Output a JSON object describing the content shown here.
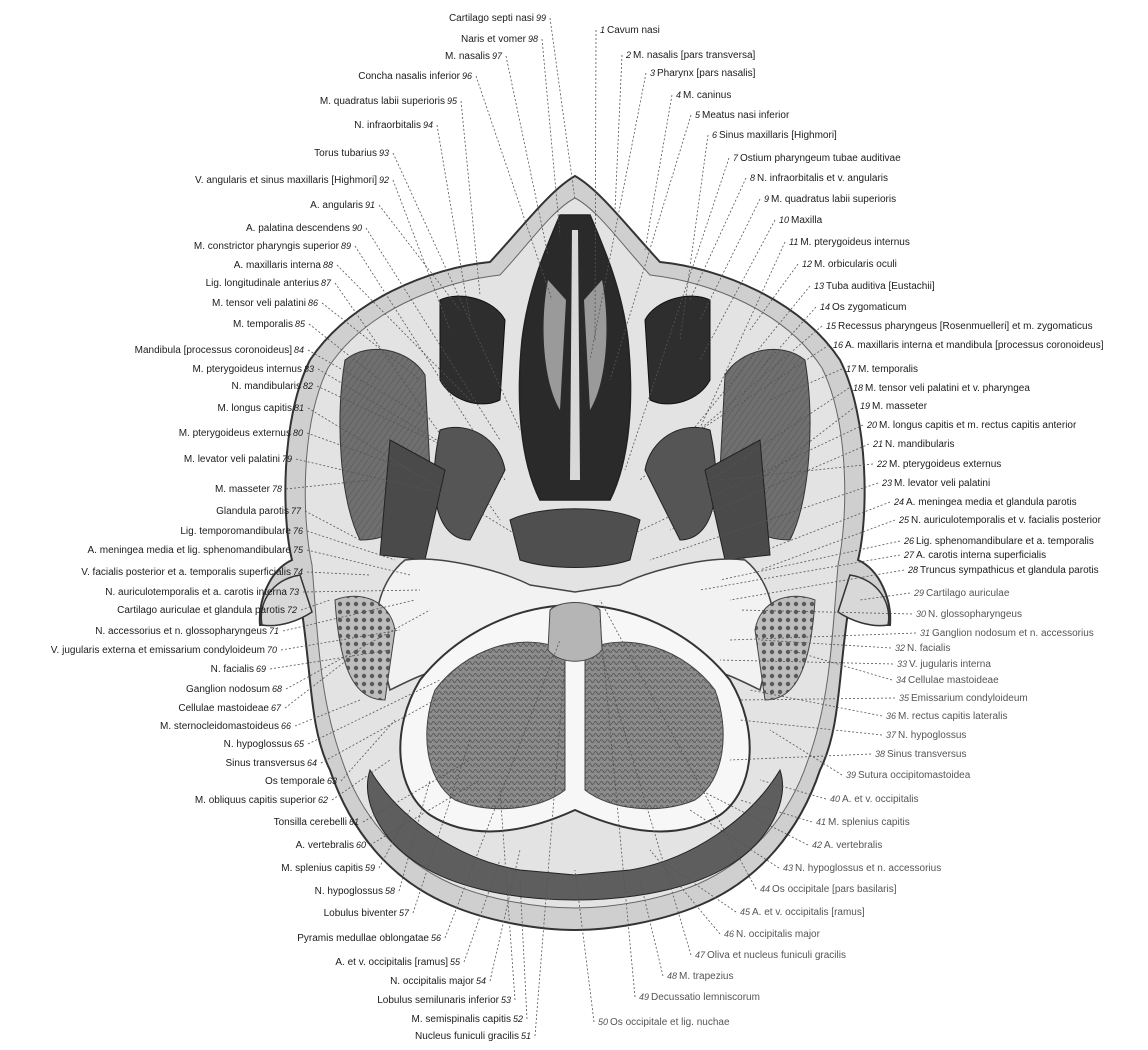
{
  "figure": {
    "labels_left": [
      {
        "id": "l99",
        "text": "Cartilago septi nasi",
        "num": "99"
      },
      {
        "id": "l98",
        "text": "Naris et vomer",
        "num": "98"
      },
      {
        "id": "l97",
        "text": "M. nasalis",
        "num": "97"
      },
      {
        "id": "l96",
        "text": "Concha nasalis inferior",
        "num": "96"
      },
      {
        "id": "l95",
        "text": "M. quadratus labii superioris",
        "num": "95"
      },
      {
        "id": "l94",
        "text": "N. infraorbitalis",
        "num": "94"
      },
      {
        "id": "l93",
        "text": "Torus tubarius",
        "num": "93"
      },
      {
        "id": "l92",
        "text": "V. angularis et sinus maxillaris [Highmori]",
        "num": "92"
      },
      {
        "id": "l91",
        "text": "A. angularis",
        "num": "91"
      },
      {
        "id": "l90",
        "text": "A. palatina descendens",
        "num": "90"
      },
      {
        "id": "l89",
        "text": "M. constrictor pharyngis superior",
        "num": "89"
      },
      {
        "id": "l88",
        "text": "A. maxillaris interna",
        "num": "88"
      },
      {
        "id": "l87",
        "text": "Lig. longitudinale anterius",
        "num": "87"
      },
      {
        "id": "l86",
        "text": "M. tensor veli palatini",
        "num": "86"
      },
      {
        "id": "l85",
        "text": "M. temporalis",
        "num": "85"
      },
      {
        "id": "l84",
        "text": "Mandibula [processus coronoideus]",
        "num": "84"
      },
      {
        "id": "l83",
        "text": "M. pterygoideus internus",
        "num": "83"
      },
      {
        "id": "l82",
        "text": "N. mandibularis",
        "num": "82"
      },
      {
        "id": "l81",
        "text": "M. longus capitis",
        "num": "81"
      },
      {
        "id": "l80",
        "text": "M. pterygoideus externus",
        "num": "80"
      },
      {
        "id": "l79",
        "text": "M. levator veli palatini",
        "num": "79"
      },
      {
        "id": "l78",
        "text": "M. masseter",
        "num": "78"
      },
      {
        "id": "l77",
        "text": "Glandula parotis",
        "num": "77"
      },
      {
        "id": "l76",
        "text": "Lig. temporomandibulare",
        "num": "76"
      },
      {
        "id": "l75",
        "text": "A. meningea media et lig. sphenomandibulare",
        "num": "75"
      },
      {
        "id": "l74",
        "text": "V. facialis posterior et a. temporalis superficialis",
        "num": "74"
      },
      {
        "id": "l73",
        "text": "N. auriculotemporalis et a. carotis interna",
        "num": "73"
      },
      {
        "id": "l72",
        "text": "Cartilago auriculae et glandula parotis",
        "num": "72"
      },
      {
        "id": "l71",
        "text": "N. accessorius et n. glossopharyngeus",
        "num": "71"
      },
      {
        "id": "l70",
        "text": "V. jugularis externa et emissarium condyloideum",
        "num": "70"
      },
      {
        "id": "l69",
        "text": "N. facialis",
        "num": "69"
      },
      {
        "id": "l68",
        "text": "Ganglion nodosum",
        "num": "68"
      },
      {
        "id": "l67",
        "text": "Cellulae mastoideae",
        "num": "67"
      },
      {
        "id": "l66",
        "text": "M. sternocleidomastoideus",
        "num": "66"
      },
      {
        "id": "l65",
        "text": "N. hypoglossus",
        "num": "65"
      },
      {
        "id": "l64",
        "text": "Sinus transversus",
        "num": "64"
      },
      {
        "id": "l63",
        "text": "Os temporale",
        "num": "63"
      },
      {
        "id": "l62",
        "text": "M. obliquus capitis superior",
        "num": "62"
      },
      {
        "id": "l61",
        "text": "Tonsilla cerebelli",
        "num": "61"
      },
      {
        "id": "l60",
        "text": "A. vertebralis",
        "num": "60"
      },
      {
        "id": "l59",
        "text": "M. splenius capitis",
        "num": "59"
      },
      {
        "id": "l58",
        "text": "N. hypoglossus",
        "num": "58"
      },
      {
        "id": "l57",
        "text": "Lobulus biventer",
        "num": "57"
      },
      {
        "id": "l56",
        "text": "Pyramis medullae oblongatae",
        "num": "56"
      },
      {
        "id": "l55",
        "text": "A. et v. occipitalis [ramus]",
        "num": "55"
      },
      {
        "id": "l54",
        "text": "N. occipitalis major",
        "num": "54"
      },
      {
        "id": "l53",
        "text": "Lobulus semilunaris inferior",
        "num": "53"
      },
      {
        "id": "l52",
        "text": "M. semispinalis capitis",
        "num": "52"
      },
      {
        "id": "l51",
        "text": "Nucleus funiculi gracilis",
        "num": "51"
      }
    ],
    "labels_right": [
      {
        "id": "r1",
        "text": "Cavum nasi",
        "num": "1"
      },
      {
        "id": "r2",
        "text": "M. nasalis [pars transversa]",
        "num": "2"
      },
      {
        "id": "r3",
        "text": "Pharynx [pars nasalis]",
        "num": "3"
      },
      {
        "id": "r4",
        "text": "M. caninus",
        "num": "4"
      },
      {
        "id": "r5",
        "text": "Meatus nasi inferior",
        "num": "5"
      },
      {
        "id": "r6",
        "text": "Sinus maxillaris [Highmori]",
        "num": "6"
      },
      {
        "id": "r7",
        "text": "Ostium pharyngeum tubae auditivae",
        "num": "7"
      },
      {
        "id": "r8",
        "text": "N. infraorbitalis et v. angularis",
        "num": "8"
      },
      {
        "id": "r9",
        "text": "M. quadratus labii superioris",
        "num": "9"
      },
      {
        "id": "r10",
        "text": "Maxilla",
        "num": "10"
      },
      {
        "id": "r11",
        "text": "M. pterygoideus internus",
        "num": "11"
      },
      {
        "id": "r12",
        "text": "M. orbicularis oculi",
        "num": "12"
      },
      {
        "id": "r13",
        "text": "Tuba auditiva [Eustachii]",
        "num": "13"
      },
      {
        "id": "r14",
        "text": "Os zygomaticum",
        "num": "14"
      },
      {
        "id": "r15",
        "text": "Recessus pharyngeus [Rosenmuelleri] et m. zygomaticus",
        "num": "15"
      },
      {
        "id": "r16",
        "text": "A. maxillaris interna et mandibula [processus coronoideus]",
        "num": "16"
      },
      {
        "id": "r17",
        "text": "M. temporalis",
        "num": "17"
      },
      {
        "id": "r18",
        "text": "M. tensor veli palatini et v. pharyngea",
        "num": "18"
      },
      {
        "id": "r19",
        "text": "M. masseter",
        "num": "19"
      },
      {
        "id": "r20",
        "text": "M. longus capitis et m. rectus capitis anterior",
        "num": "20"
      },
      {
        "id": "r21",
        "text": "N. mandibularis",
        "num": "21"
      },
      {
        "id": "r22",
        "text": "M. pterygoideus externus",
        "num": "22"
      },
      {
        "id": "r23",
        "text": "M. levator veli palatini",
        "num": "23"
      },
      {
        "id": "r24",
        "text": "A. meningea media et glandula parotis",
        "num": "24"
      },
      {
        "id": "r25",
        "text": "N. auriculotemporalis et v. facialis posterior",
        "num": "25"
      },
      {
        "id": "r26",
        "text": "Lig. sphenomandibulare et a. temporalis",
        "num": "26"
      },
      {
        "id": "r27",
        "text": "A. carotis interna superficialis",
        "num": "27"
      },
      {
        "id": "r28",
        "text": "Truncus sympathicus et glandula parotis",
        "num": "28"
      },
      {
        "id": "r29",
        "text": "Cartilago auriculae",
        "num": "29"
      },
      {
        "id": "r30",
        "text": "N. glossopharyngeus",
        "num": "30"
      },
      {
        "id": "r31",
        "text": "Ganglion nodosum et n. accessorius",
        "num": "31"
      },
      {
        "id": "r32",
        "text": "N. facialis",
        "num": "32"
      },
      {
        "id": "r33",
        "text": "V. jugularis interna",
        "num": "33"
      },
      {
        "id": "r34",
        "text": "Cellulae mastoideae",
        "num": "34"
      },
      {
        "id": "r35",
        "text": "Emissarium condyloideum",
        "num": "35"
      },
      {
        "id": "r36",
        "text": "M. rectus capitis lateralis",
        "num": "36"
      },
      {
        "id": "r37",
        "text": "N. hypoglossus",
        "num": "37"
      },
      {
        "id": "r38",
        "text": "Sinus transversus",
        "num": "38"
      },
      {
        "id": "r39",
        "text": "Sutura occipitomastoidea",
        "num": "39"
      },
      {
        "id": "r40",
        "text": "A. et v. occipitalis",
        "num": "40"
      },
      {
        "id": "r41",
        "text": "M. splenius capitis",
        "num": "41"
      },
      {
        "id": "r42",
        "text": "A. vertebralis",
        "num": "42"
      },
      {
        "id": "r43",
        "text": "N. hypoglossus et n. accessorius",
        "num": "43"
      },
      {
        "id": "r44",
        "text": "Os occipitale [pars basilaris]",
        "num": "44"
      },
      {
        "id": "r45",
        "text": "A. et v. occipitalis [ramus]",
        "num": "45"
      },
      {
        "id": "r46",
        "text": "N. occipitalis major",
        "num": "46"
      },
      {
        "id": "r47",
        "text": "Oliva et nucleus funiculi gracilis",
        "num": "47"
      },
      {
        "id": "r48",
        "text": "M. trapezius",
        "num": "48"
      },
      {
        "id": "r49",
        "text": "Decussatio lemniscorum",
        "num": "49"
      },
      {
        "id": "r50",
        "text": "Os occipitale et lig. nuchae",
        "num": "50"
      }
    ],
    "colors": {
      "ink": "#1c1c1c",
      "muscle": "#6f6f6f",
      "muscle_dark": "#4a4a4a",
      "skin": "#cfcfcf",
      "fat": "#e3e3e3",
      "cavity": "#2a2a2a",
      "cerebellum": "#8c8c8c",
      "bone": "#f2f2f2"
    }
  }
}
